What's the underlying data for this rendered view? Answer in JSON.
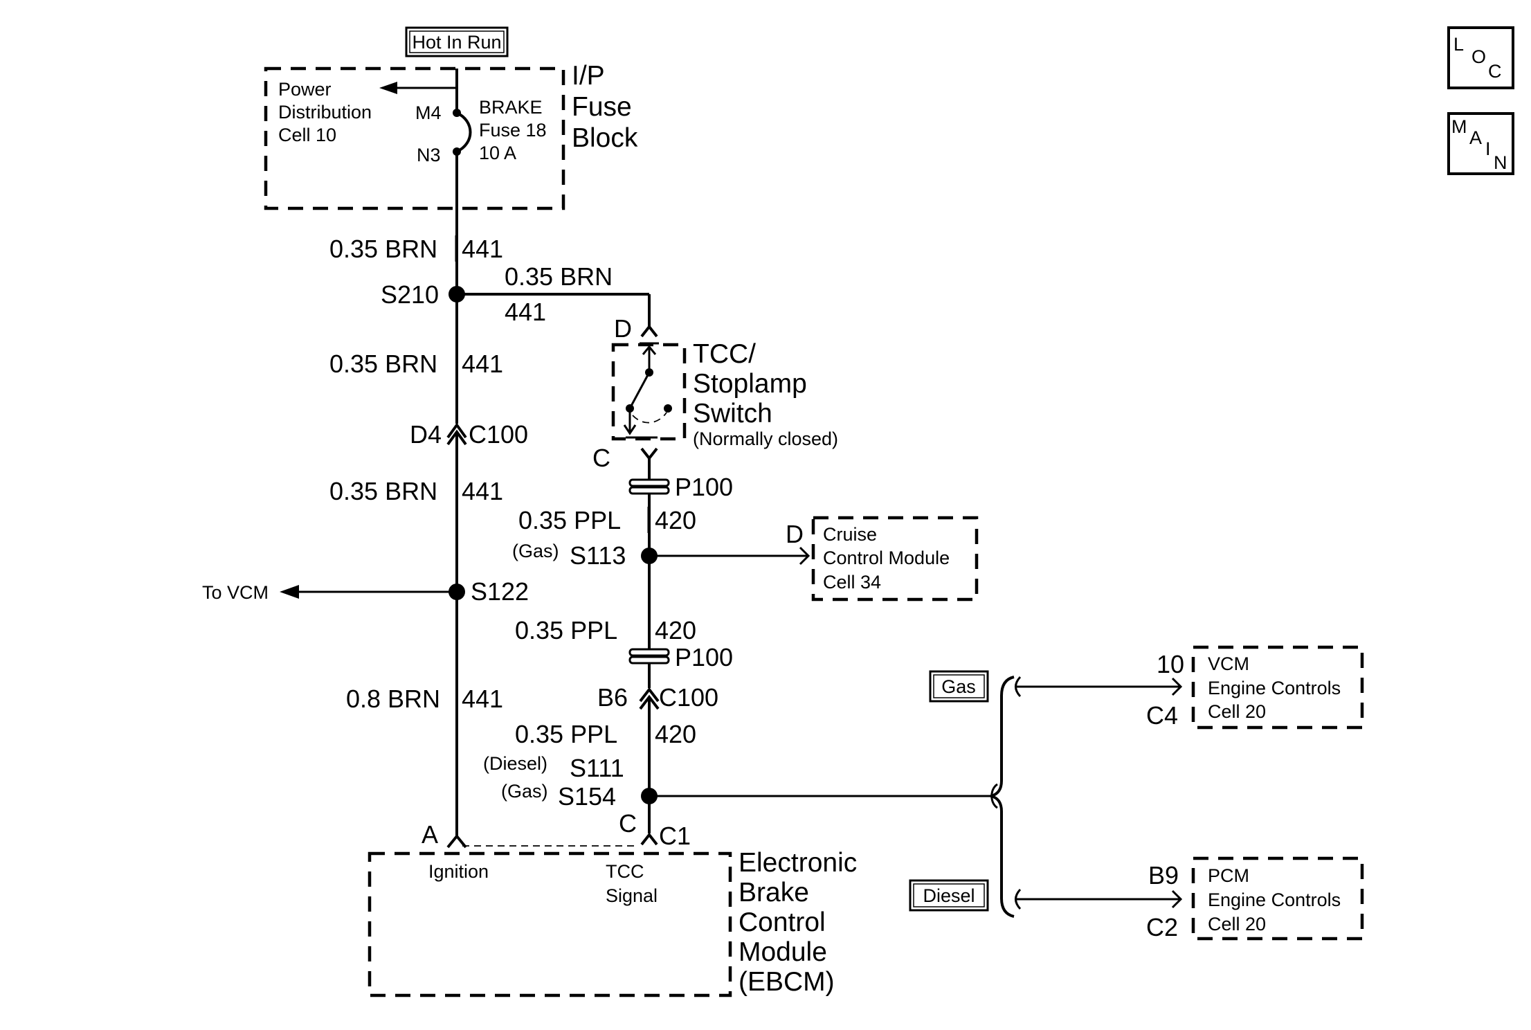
{
  "labels": {
    "hot_in_run": "Hot In Run",
    "ip_fuse_block": [
      "I/P",
      "Fuse",
      "Block"
    ],
    "power_distribution": [
      "Power",
      "Distribution",
      "Cell 10"
    ],
    "fuse_pin_in": "M4",
    "fuse_pin_out": "N3",
    "fuse_name": [
      "BRAKE",
      "Fuse 18",
      "10 A"
    ],
    "s210": "S210",
    "s122": "S122",
    "s113": "S113",
    "s111": "S111",
    "s154": "S154",
    "gas_tag": "(Gas)",
    "diesel_tag": "(Diesel)",
    "to_vcm": "To VCM",
    "d4": "D4",
    "c100": "C100",
    "b6": "B6",
    "p100": "P100",
    "pin_d": "D",
    "pin_c": "C",
    "pin_a": "A",
    "pin_c1": "C1",
    "tcc_switch": [
      "TCC/",
      "Stoplamp",
      "Switch"
    ],
    "normally_closed": "(Normally closed)",
    "cruise_module": [
      "Cruise",
      "Control Module",
      "Cell 34"
    ],
    "vcm_block": [
      "VCM",
      "Engine Controls",
      "Cell 20"
    ],
    "pcm_block": [
      "PCM",
      "Engine Controls",
      "Cell 20"
    ],
    "pin_10": "10",
    "pin_c4": "C4",
    "pin_b9": "B9",
    "pin_c2": "C2",
    "gas_box": "Gas",
    "diesel_box": "Diesel",
    "ebcm": [
      "Electronic",
      "Brake",
      "Control",
      "Module",
      "(EBCM)"
    ],
    "ignition": "Ignition",
    "tcc_signal": [
      "TCC",
      "Signal"
    ],
    "loc": [
      "L",
      "O",
      "C"
    ],
    "main": [
      "M",
      "A",
      "I",
      "N"
    ]
  },
  "wires": {
    "brn_035": "0.35 BRN",
    "brn_08": "0.8 BRN",
    "ppl_035": "0.35 PPL",
    "c441": "441",
    "c420": "420"
  }
}
